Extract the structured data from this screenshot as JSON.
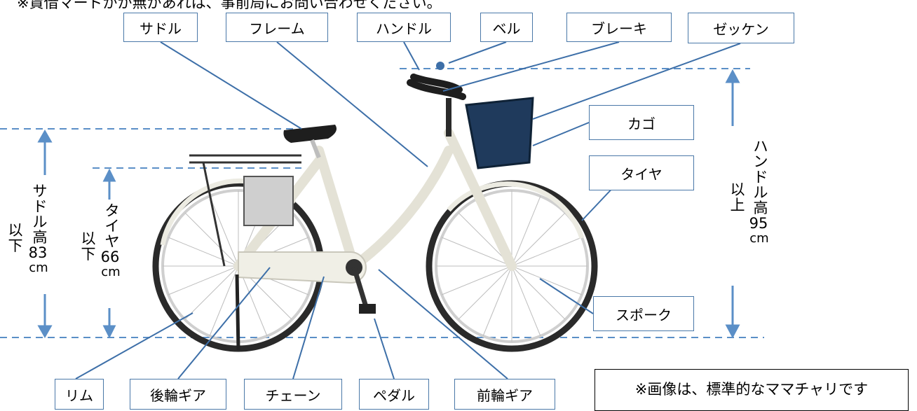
{
  "top_note": "※賃借マードがが無があれは、事前局にお問い合わせください。",
  "labels": {
    "saddle": "サドル",
    "frame": "フレーム",
    "handle": "ハンドル",
    "bell": "ベル",
    "brake": "ブレーキ",
    "bib": "ゼッケン",
    "basket": "カゴ",
    "tire": "タイヤ",
    "spoke": "スポーク",
    "rim": "リム",
    "rear_gear": "後輪ギア",
    "chain": "チェーン",
    "pedal": "ペダル",
    "front_gear": "前輪ギア"
  },
  "dimensions": {
    "saddle_height": {
      "line1": "サドル高",
      "line2": "83",
      "unit": "cm",
      "qualifier": "以下"
    },
    "tire_size": {
      "line1": "タイヤ",
      "line2": "66",
      "unit": "cm",
      "qualifier": "以下"
    },
    "handle_height": {
      "line1": "ハンドル高",
      "line2": "95",
      "unit": "cm",
      "qualifier": "以上"
    }
  },
  "note": "※画像は、標準的なママチャリです",
  "colors": {
    "guide": "#5b8fc7",
    "leader": "#3d6fa8",
    "bike_frame": "#f3f1e8",
    "tire": "#2a2a2a",
    "basket": "#1f3a5c"
  }
}
